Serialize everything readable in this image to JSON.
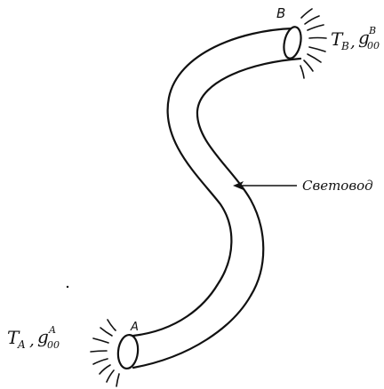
{
  "labels": {
    "point_a": "A",
    "point_b": "B",
    "t_a": "T",
    "t_a_sub": "A",
    "g_a": "g",
    "g_a_sub": "00",
    "g_a_sup": "A",
    "t_b": "T",
    "t_b_sub": "B",
    "g_b": "g",
    "g_b_sub": "00",
    "g_b_sup": "B",
    "comma": ",",
    "light_guide": "Световод"
  },
  "colors": {
    "ink": "#111111",
    "background": "#ffffff"
  }
}
